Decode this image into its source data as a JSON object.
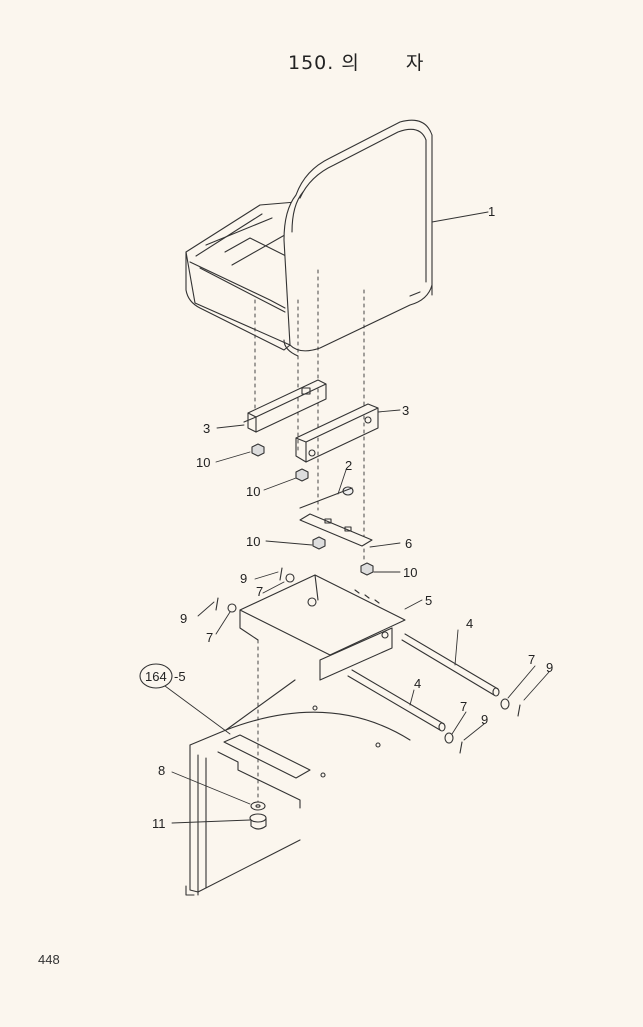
{
  "page": {
    "title_number": "150.",
    "title_word_1": "의",
    "title_word_2": "자",
    "page_number": "448"
  },
  "callouts": {
    "seat": "1",
    "pin": "2",
    "bracket_left": "3",
    "bracket_right": "3",
    "rod_rear": "4",
    "rod_front": "4",
    "base_frame": "5",
    "plate": "6",
    "washer_top": "7",
    "washer_left": "7",
    "washer_rear": "7",
    "washer_front": "7",
    "cotter_top": "9",
    "cotter_left": "9",
    "cotter_rear": "9",
    "cotter_front": "9",
    "nut_a": "10",
    "nut_b": "10",
    "nut_c": "10",
    "nut_d": "10",
    "lower_washer": "8",
    "lower_nut": "11",
    "ref_circle": "164",
    "ref_suffix": "-5"
  }
}
